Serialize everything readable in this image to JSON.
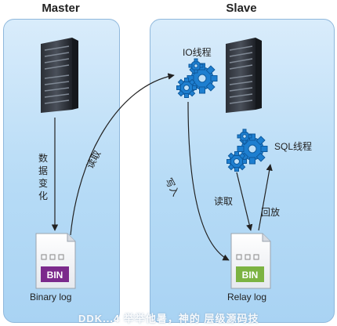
{
  "master": {
    "title": "Master",
    "data_change": "数据变化",
    "binary_log": "Binary log",
    "badge": "BIN"
  },
  "slave": {
    "title": "Slave",
    "io_thread": "IO线程",
    "sql_thread": "SQL线程",
    "relay_log": "Relay log",
    "badge": "BIN"
  },
  "edges": {
    "read_from_master": "读取",
    "write": "写入",
    "read_relay": "读取",
    "replay": "回放"
  },
  "watermark": "DDK...4 举举他暑，神的 层级源码技",
  "colors": {
    "panel_border": "#8fb8dc",
    "gear": "#1e7fd0",
    "badge_master": "#7b2a8c",
    "badge_slave": "#7cb342"
  }
}
